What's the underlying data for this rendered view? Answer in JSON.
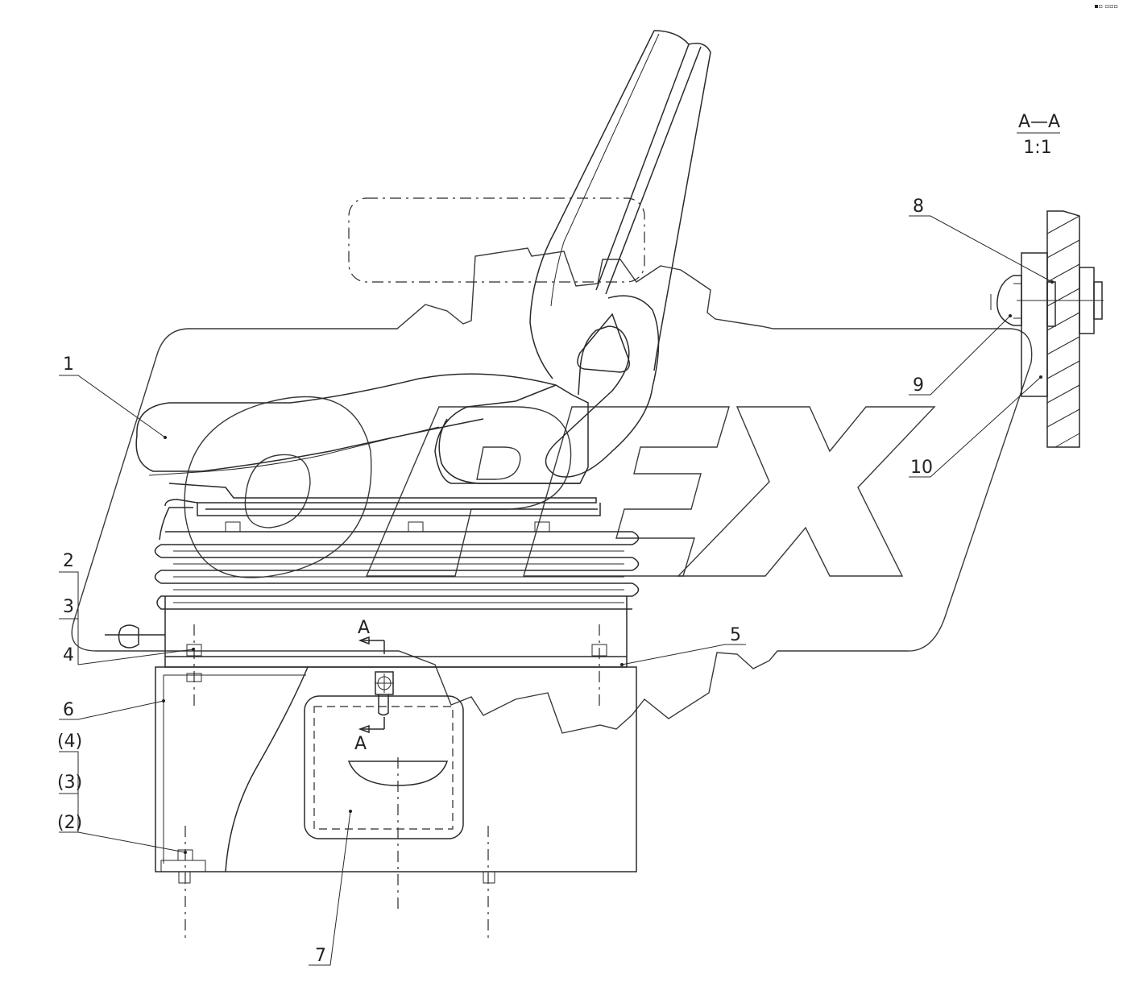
{
  "callouts": [
    "1",
    "2",
    "3",
    "4",
    "5",
    "6",
    "7",
    "8",
    "9",
    "10"
  ],
  "bracket_callouts": [
    "(4)",
    "(3)",
    "(2)"
  ],
  "section_marker": "A",
  "section_view": {
    "title": "A—A",
    "scale": "1:1"
  },
  "corner_mark": "▪▫ ▫▫▫"
}
